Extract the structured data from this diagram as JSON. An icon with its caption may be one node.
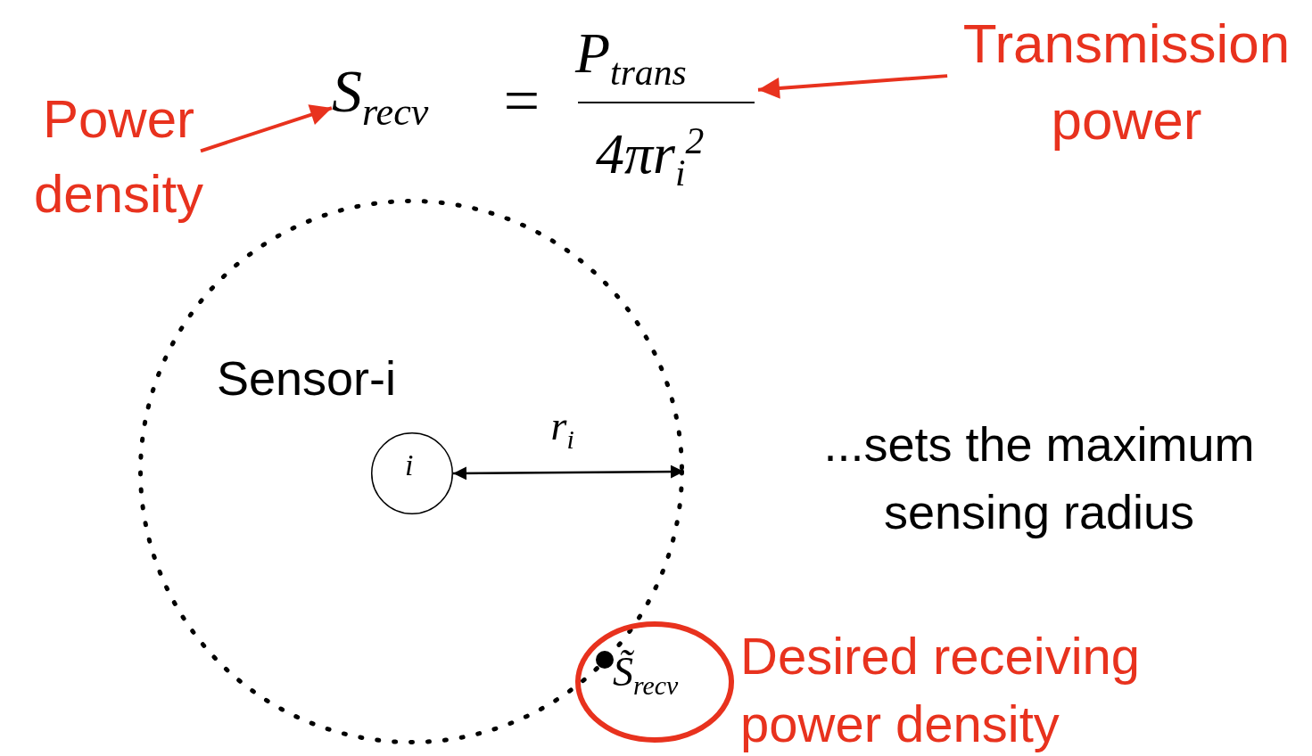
{
  "diagram": {
    "nodes": [
      {
        "text": [
          "Power density"
        ]
      },
      {
        "text": [
          "S$_{recv}$"
        ]
      },
      {
        "text": [
          "P$_{trans}$"
        ]
      },
      {
        "text": [
          "Transmission power"
        ]
      },
      {
        "text": [
          "Sensor-i"
        ]
      },
      {
        "text": [
          "i"
        ],
        "in": 4
      },
      {
        "text": [
          "S̃$_{recv}$"
        ],
        "beside": [
          "Desired receiving power density"
        ]
      }
    ],
    "edges": [
      {
        "from": 0,
        "to": 1,
        "arrow": "to"
      },
      {
        "from": 3,
        "to": 2,
        "arrow": "to"
      },
      {
        "from": 5,
        "to": 4,
        "arrow": "both",
        "label": "r$_{i}$",
        "color": "#000000"
      }
    ],
    "labels": [
      "=",
      "4πr$_{i}$$^{2}$",
      "...sets the maximum sensing radius"
    ]
  }
}
